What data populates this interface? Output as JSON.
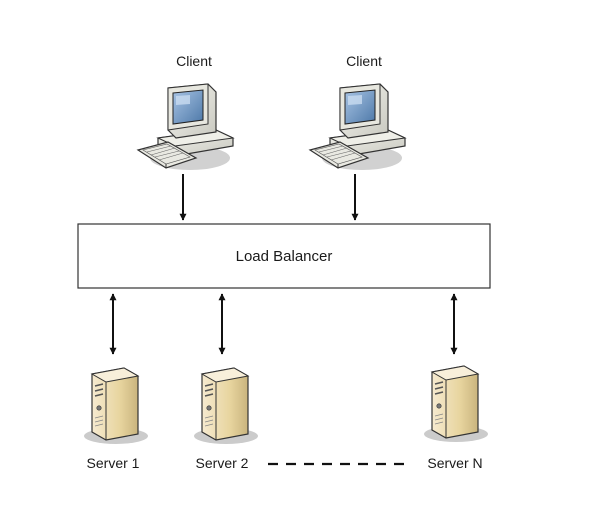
{
  "clients": [
    {
      "label": "Client"
    },
    {
      "label": "Client"
    }
  ],
  "load_balancer": {
    "label": "Load Balancer"
  },
  "servers": [
    {
      "label": "Server 1"
    },
    {
      "label": "Server 2"
    },
    {
      "label": "Server N"
    }
  ],
  "colors": {
    "line": "#111111",
    "monitor_body": "#e6e6de",
    "screen": "#7aa0c8",
    "server_body": "#ecdcb0",
    "shadow": "#b8b8b8"
  },
  "icons": {
    "client": "desktop-computer-icon",
    "server": "tower-server-icon"
  }
}
